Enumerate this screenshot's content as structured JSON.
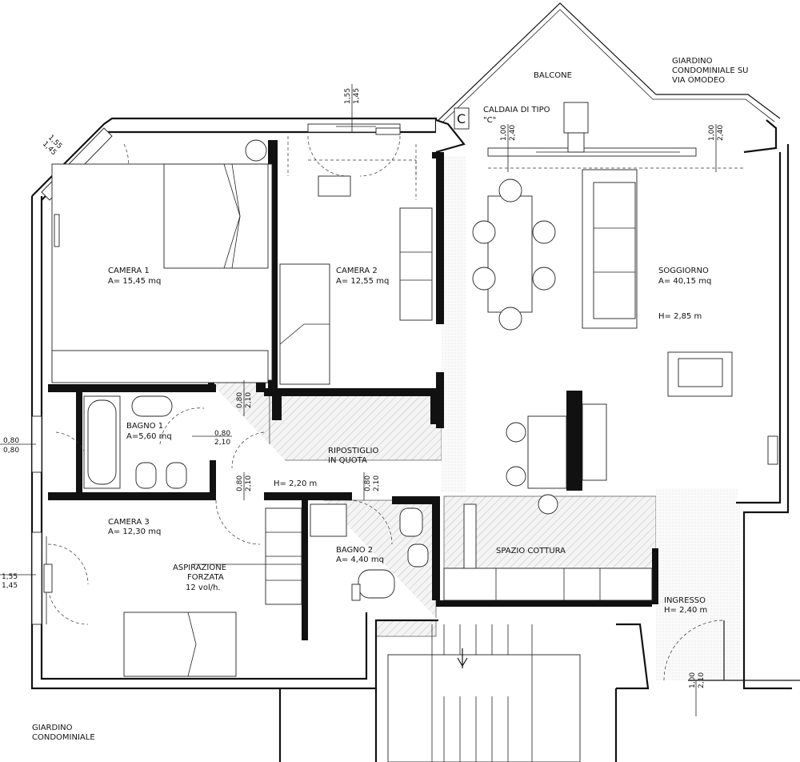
{
  "labels": {
    "balcone": "BALCONE",
    "giardino_top_1": "GIARDINO",
    "giardino_top_2": "CONDOMINIALE SU",
    "giardino_top_3": "VIA OMODEO",
    "caldaia_1": "CALDAIA DI TIPO",
    "caldaia_2": "\"C\"",
    "caldaia_symbol": "C",
    "camera1_name": "CAMERA 1",
    "camera1_area": "A= 15,45 mq",
    "camera2_name": "CAMERA 2",
    "camera2_area": "A= 12,55 mq",
    "soggiorno_name": "SOGGIORNO",
    "soggiorno_area": "A= 40,15 mq",
    "soggiorno_h": "H= 2,85 m",
    "bagno1_name": "BAGNO 1",
    "bagno1_area": "A=5,60 mq",
    "ripostiglio_1": "RIPOSTIGLIO",
    "ripostiglio_2": "IN QUOTA",
    "corridoio_h": "H= 2,20 m",
    "camera3_name": "CAMERA 3",
    "camera3_area": "A= 12,30 mq",
    "aspirazione_1": "ASPIRAZIONE",
    "aspirazione_2": "FORZATA",
    "aspirazione_3": "12 vol/h.",
    "bagno2_name": "BAGNO 2",
    "bagno2_area": "A= 4,40 mq",
    "cottura": "SPAZIO COTTURA",
    "ingresso_name": "INGRESSO",
    "ingresso_h": "H= 2,40 m",
    "giardino_bottom_1": "GIARDINO",
    "giardino_bottom_2": "CONDOMINIALE"
  },
  "dims": {
    "d_155_top": "1,55",
    "d_145_top": "1,45",
    "d_155_corner": "1,55",
    "d_145_corner": "1,45",
    "d_100_a": "1,00",
    "d_240_a": "2,40",
    "d_100_b": "1,00",
    "d_240_b": "2,40",
    "d_080_left_1": "0,80",
    "d_080_left_2": "0,80",
    "d_080_v1": "0,80",
    "d_210_v1": "2,10",
    "d_080_h": "0,80",
    "d_210_h": "2,10",
    "d_080_v2": "0,80",
    "d_210_v2": "2,10",
    "d_080_v3": "0,80",
    "d_210_v3": "2,10",
    "d_155_left": "1,55",
    "d_145_left": "1,45",
    "d_100_entry": "1,00",
    "d_210_entry": "2,10"
  }
}
